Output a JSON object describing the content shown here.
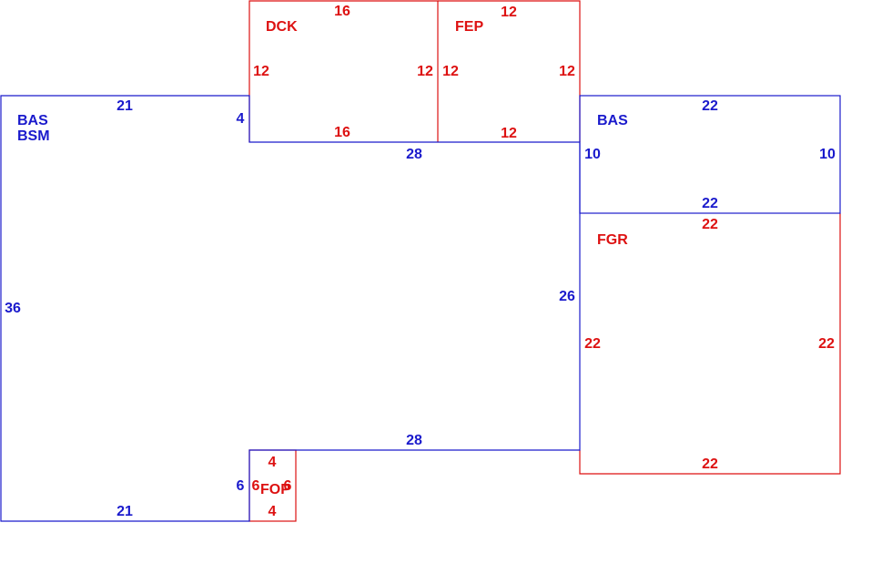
{
  "colors": {
    "living": "#1a1acc",
    "other": "#dd1111",
    "background": "#ffffff"
  },
  "areas": {
    "bas_main": {
      "codes": [
        "BAS",
        "BSM"
      ],
      "dims": {
        "top_left": "21",
        "notch": "4",
        "top_mid": "28",
        "left": "36",
        "bottom_left": "21",
        "bottom_notch": "6",
        "bottom_mid": "28",
        "right": "26"
      }
    },
    "bas_right": {
      "code": "BAS",
      "dims": {
        "top": "22",
        "left": "10",
        "right": "10",
        "bottom": "22"
      }
    },
    "dck": {
      "code": "DCK",
      "dims": {
        "top": "16",
        "left": "12",
        "right": "12",
        "bottom": "16"
      }
    },
    "fep": {
      "code": "FEP",
      "dims": {
        "top": "12",
        "left": "12",
        "right": "12",
        "bottom": "12"
      }
    },
    "fgr": {
      "code": "FGR",
      "dims": {
        "top": "22",
        "left": "22",
        "right": "22",
        "bottom": "22"
      }
    },
    "fop": {
      "code": "FOP",
      "dims": {
        "top": "4",
        "left": "6",
        "right": "6",
        "bottom": "4"
      }
    }
  }
}
